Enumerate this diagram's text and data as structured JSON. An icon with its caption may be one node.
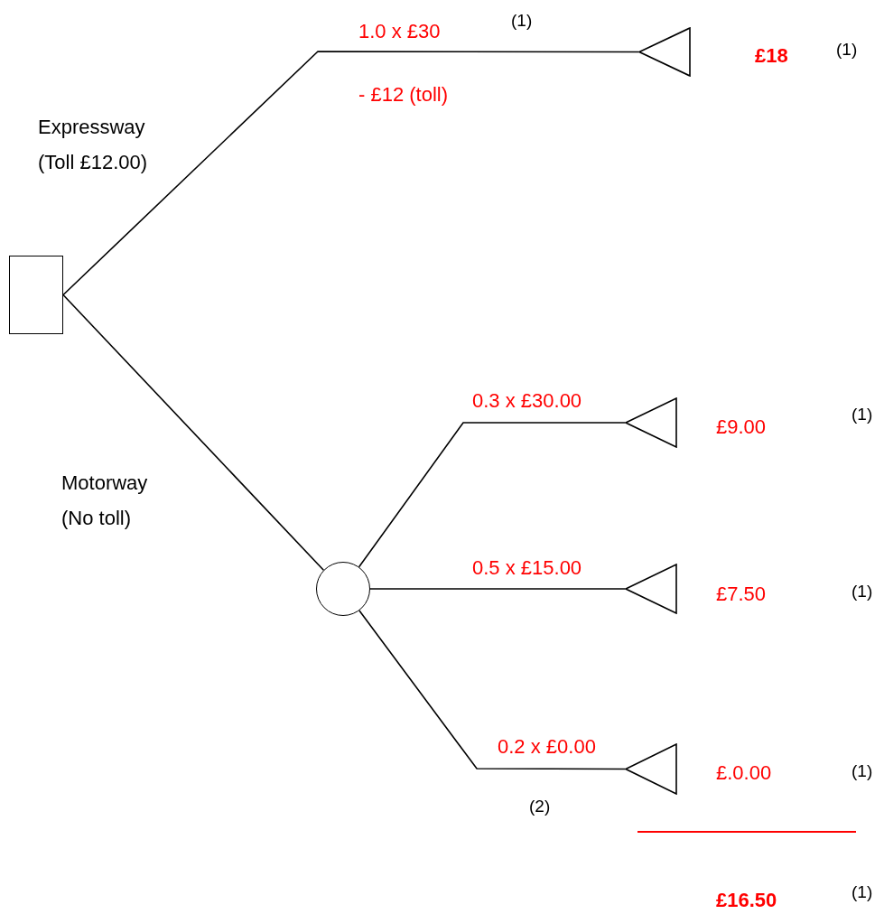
{
  "diagram": {
    "nodes": [
      {
        "text": [],
        "shape": "box"
      },
      {
        "text": [],
        "shape": "circle"
      },
      {
        "text": [],
        "shape": "triangle",
        "beside": [
          "£18",
          "(1)"
        ]
      },
      {
        "text": [],
        "shape": "triangle",
        "beside": [
          "£9.00"
        ]
      },
      {
        "text": [],
        "shape": "triangle",
        "beside": [
          "£7.50"
        ]
      },
      {
        "text": [],
        "shape": "triangle",
        "beside": [
          "£.0.00"
        ]
      }
    ],
    "edges": [
      {
        "from": 0,
        "to": 2,
        "arrow": "none",
        "label": "Expressway (Toll £12.00)"
      },
      {
        "from": 0,
        "to": 1,
        "arrow": "none",
        "label": "Motorway (No toll)"
      },
      {
        "from": 1,
        "to": 3,
        "arrow": "none",
        "label": "0.3 x £30.00"
      },
      {
        "from": 1,
        "to": 4,
        "arrow": "none",
        "label": "0.5 x £15.00"
      },
      {
        "from": 1,
        "to": 5,
        "arrow": "none",
        "label": "0.2 x £0.00"
      }
    ],
    "labels": [
      "1.0 x £30",
      "(1)",
      "- £12 (toll)",
      "(1)",
      "(1)",
      "(1)",
      "(2)",
      "(1)",
      "£16.50"
    ]
  }
}
